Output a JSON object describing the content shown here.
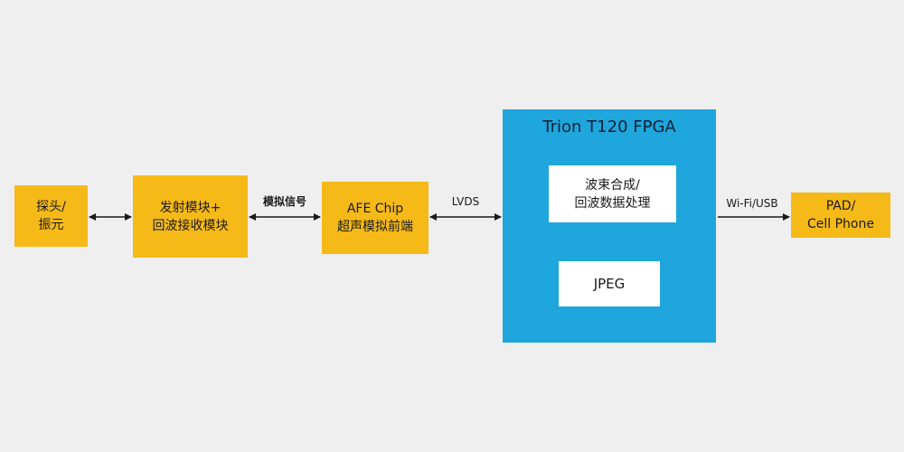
{
  "blocks": {
    "probe": {
      "line1": "探头/",
      "line2": "振元"
    },
    "tx_rx": {
      "line1": "发射模块+",
      "line2": "回波接收模块"
    },
    "afe": {
      "line1": "AFE Chip",
      "line2": "超声模拟前端"
    },
    "beamforming": {
      "line1": "波束合成/",
      "line2": "回波数据处理"
    },
    "jpeg": {
      "label": "JPEG"
    },
    "pad": {
      "line1": "PAD/",
      "line2": "Cell Phone"
    }
  },
  "fpga": {
    "title": "Trion T120 FPGA"
  },
  "links": {
    "analog_signal": "模拟信号",
    "lvds": "LVDS",
    "wifi_usb": "Wi-Fi/USB"
  },
  "colors": {
    "background": "#efefef",
    "block_yellow": "#f5b918",
    "fpga_blue": "#1ea6dd",
    "inner_white": "#ffffff",
    "arrow": "#1a1a1a"
  }
}
